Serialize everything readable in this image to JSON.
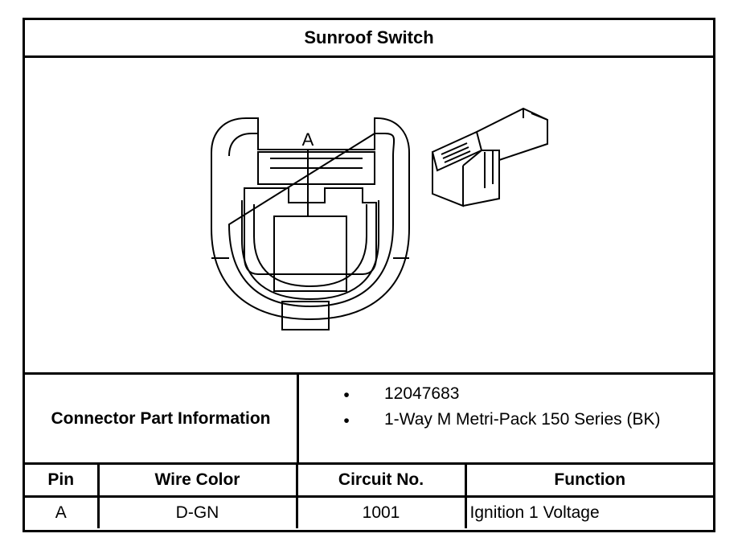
{
  "title": "Sunroof Switch",
  "diagram": {
    "callout_label": "A"
  },
  "connector_info": {
    "label": "Connector Part Information",
    "items": [
      "12047683",
      "1-Way M Metri-Pack 150 Series (BK)"
    ],
    "bullet": "•"
  },
  "pin_table": {
    "headers": [
      "Pin",
      "Wire Color",
      "Circuit No.",
      "Function"
    ],
    "rows": [
      [
        "A",
        "D-GN",
        "1001",
        "Ignition 1 Voltage"
      ]
    ]
  }
}
